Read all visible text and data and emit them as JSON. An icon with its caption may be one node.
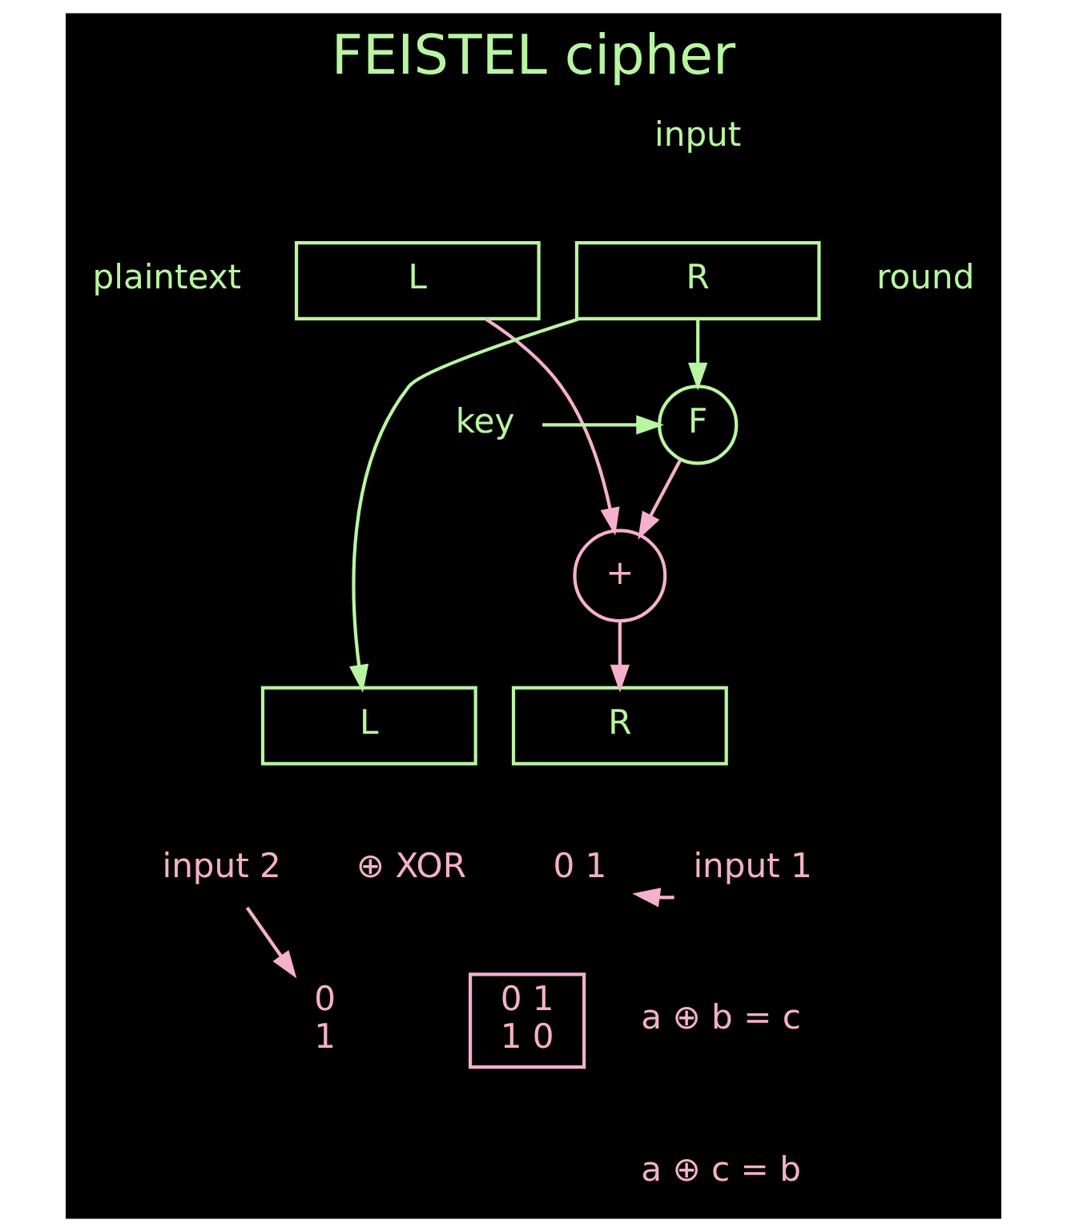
{
  "diagram": {
    "title": "FEISTEL cipher",
    "nodes": [
      {
        "text": [
          "L"
        ]
      },
      {
        "text": [
          "R"
        ]
      },
      {
        "text": [
          "F"
        ]
      },
      {
        "text": [
          "key"
        ]
      },
      {
        "text": [
          "+"
        ]
      },
      {
        "text": [
          "L"
        ]
      },
      {
        "text": [
          "R"
        ]
      },
      {
        "text": [
          "0 1"
        ]
      },
      {
        "text": [
          "input 1"
        ]
      },
      {
        "text": [
          "0",
          "1"
        ]
      },
      {
        "text": [
          "0 1",
          "1 0"
        ]
      },
      {
        "text": [
          "input 2"
        ]
      }
    ],
    "edges": [
      {
        "from": 1,
        "to": 2,
        "arrow": "to",
        "color": "#b8f5a0"
      },
      {
        "from": 1,
        "to": 5,
        "arrow": "to",
        "color": "#b8f5a0"
      },
      {
        "from": 3,
        "to": 2,
        "arrow": "to",
        "color": "#b8f5a0"
      },
      {
        "from": 0,
        "to": 4,
        "arrow": "to"
      },
      {
        "from": 2,
        "to": 4,
        "arrow": "to"
      },
      {
        "from": 4,
        "to": 6,
        "arrow": "to"
      },
      {
        "from": 8,
        "to": 7,
        "arrow": "to"
      },
      {
        "from": 11,
        "to": 9,
        "arrow": "to"
      }
    ],
    "labels": [
      "input",
      "plaintext",
      "round",
      "⊕ XOR",
      "a ⊕ b = c",
      "a ⊕ c = b"
    ]
  }
}
